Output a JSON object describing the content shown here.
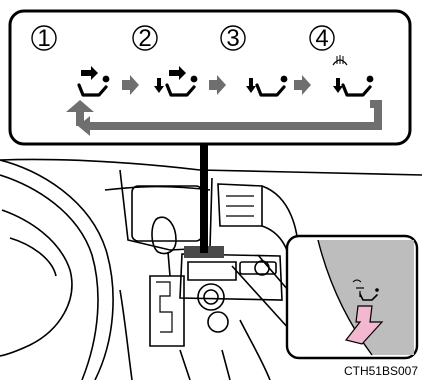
{
  "callout": {
    "modes": [
      {
        "number": "1",
        "icon": "face-vent-icon"
      },
      {
        "number": "2",
        "icon": "bi-level-vent-icon"
      },
      {
        "number": "3",
        "icon": "foot-vent-icon"
      },
      {
        "number": "4",
        "icon": "foot-defrost-vent-icon"
      }
    ],
    "sequence_arrow_icon": "right-arrow-icon",
    "cycle_arrow_icon": "cycle-return-arrow-icon",
    "colors": {
      "arrow_gray": "#6f6f6f",
      "icon": "#000000"
    }
  },
  "inset": {
    "button_icon": "airflow-mode-button-icon",
    "pointer_icon": "press-arrow-icon",
    "colors": {
      "panel": "#bdbdbd",
      "pointer": "#f3b7cf"
    }
  },
  "caption": "CTH51BS007"
}
